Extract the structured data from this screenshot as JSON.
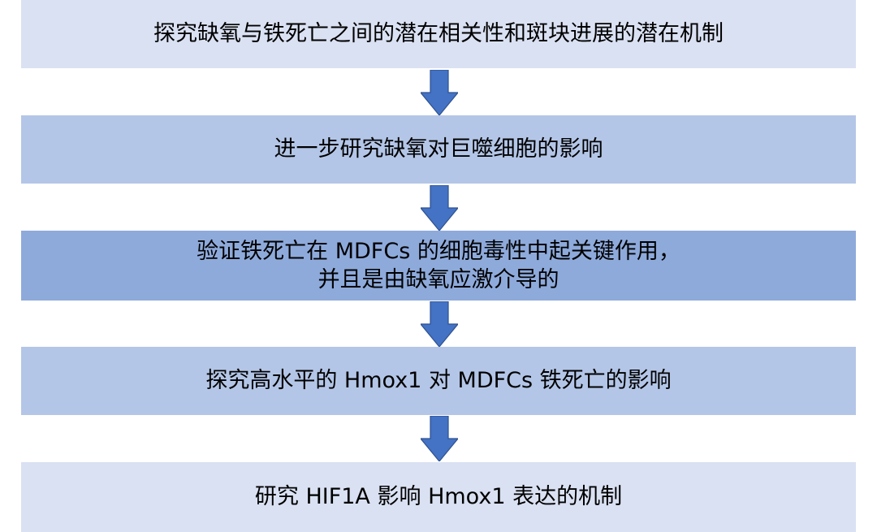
{
  "steps": [
    {
      "lines": [
        "探究缺氧与铁死亡之间的潜在相关性和斑块进展的潜在机制"
      ]
    },
    {
      "lines": [
        "进一步研究缺氧对巨噬细胞的影响"
      ]
    },
    {
      "lines": [
        "验证铁死亡在 MDFCs 的细胞毒性中起关键作用，",
        "并且是由缺氧应激介导的"
      ]
    },
    {
      "lines": [
        "探究高水平的 Hmox1 对 MDFCs 铁死亡的影响"
      ]
    },
    {
      "lines": [
        "研究 HIF1A 影响 Hmox1 表达的机制"
      ]
    }
  ],
  "colors": {
    "light_box": "#dae1f2",
    "medium_box": "#b4c6e7",
    "dark_box": "#8eaadb",
    "arrow": "#4472c4",
    "arrow_stroke": "#2f528f"
  }
}
